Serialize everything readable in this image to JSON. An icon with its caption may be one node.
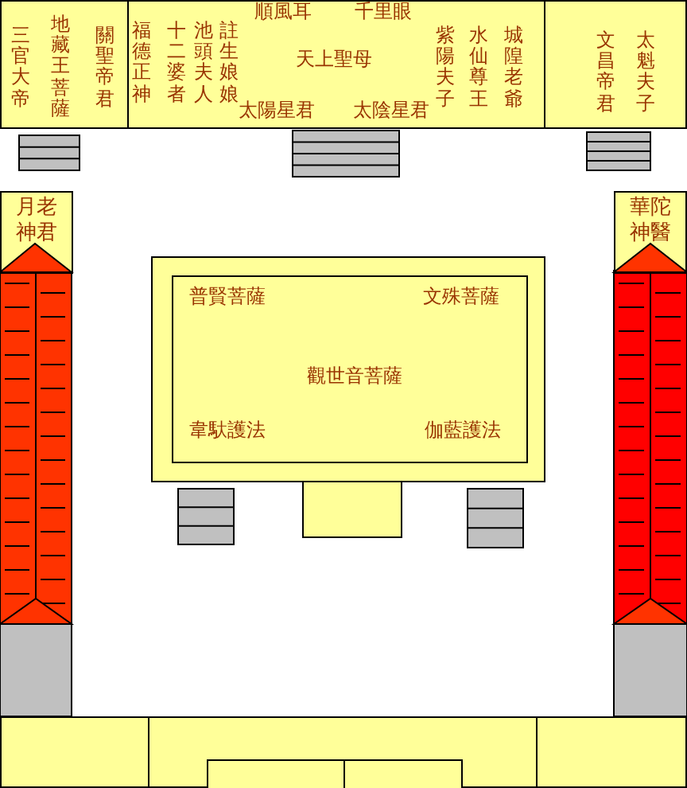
{
  "diagram": {
    "nodes": [
      {
        "text": [
          "三官大帝",
          "地藏王菩薩",
          "關聖帝君"
        ]
      },
      {
        "text": [
          "順風耳",
          "千里眼",
          "福德正神",
          "十二婆者",
          "池頭夫人",
          "註生娘娘",
          "天上聖母",
          "紫陽夫子",
          "水仙尊王",
          "城隍老爺",
          "太陽星君",
          "太陰星君"
        ]
      },
      {
        "text": [
          "文昌帝君",
          "太魁夫子"
        ]
      },
      {
        "text": [
          "月老神君"
        ]
      },
      {
        "text": [
          "華陀神醫"
        ]
      },
      {
        "text": [],
        "shape": "box"
      },
      {
        "text": [
          "普賢菩薩",
          "文殊菩薩",
          "觀世音菩薩",
          "韋馱護法",
          "伽藍護法"
        ],
        "in": 5
      },
      {
        "text": [],
        "shape": "box"
      },
      {
        "text": [],
        "shape": "box"
      },
      {
        "text": [],
        "shape": "box"
      },
      {
        "text": [],
        "shape": "box",
        "in": 9
      },
      {
        "text": [],
        "shape": "box",
        "in": 9
      },
      {
        "text": [],
        "shape": "box"
      }
    ]
  }
}
